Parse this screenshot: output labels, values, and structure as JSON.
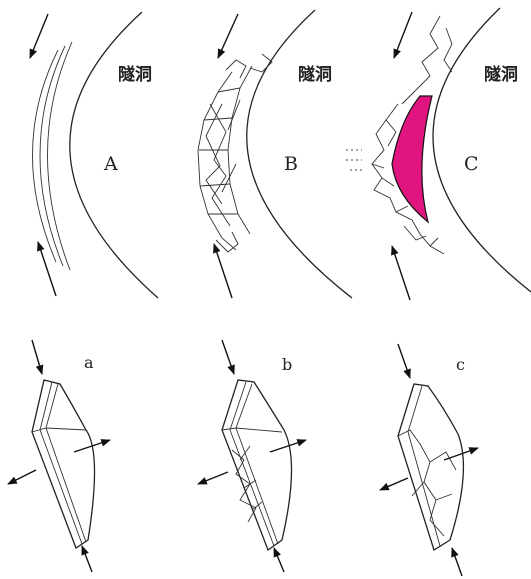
{
  "colors": {
    "line": "#222222",
    "failure_zone": "#e0157f",
    "background": "#ffffff"
  },
  "panels": [
    {
      "label": "A",
      "tunnel_label": "隧洞"
    },
    {
      "label": "B",
      "tunnel_label": "隧洞"
    },
    {
      "label": "C",
      "tunnel_label": "隧洞"
    }
  ],
  "blocks": [
    {
      "label": "a"
    },
    {
      "label": "b"
    },
    {
      "label": "c"
    }
  ]
}
